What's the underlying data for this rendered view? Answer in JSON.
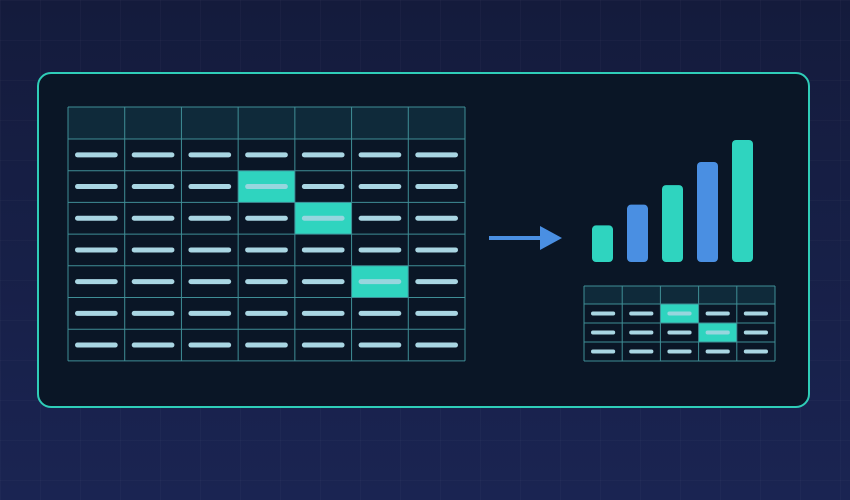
{
  "colors": {
    "background": "#172046",
    "panel_fill": "#0a1626",
    "panel_border": "#2fcdb8",
    "grid_line": "#3f8e96",
    "header_fill": "#0f2a3a",
    "highlight": "#2fd4bf",
    "placeholder_bar": "#a9d6e3",
    "arrow": "#4a8fe2",
    "bar_teal": "#2fd4bf",
    "bar_blue": "#4a8fe2"
  },
  "large_table": {
    "columns": 7,
    "body_rows": 7,
    "has_header_row": true,
    "highlighted_cells": [
      [
        1,
        3
      ],
      [
        2,
        4
      ],
      [
        4,
        5
      ]
    ]
  },
  "small_table": {
    "columns": 5,
    "body_rows": 3,
    "has_header_row": true,
    "highlighted_cells": [
      [
        0,
        2
      ],
      [
        1,
        3
      ]
    ]
  },
  "bar_icon": {
    "bar_count": 5,
    "relative_heights": [
      0.3,
      0.47,
      0.63,
      0.82,
      1.0
    ],
    "bar_colors": [
      "teal",
      "blue",
      "teal",
      "blue",
      "teal"
    ]
  },
  "arrow": {
    "direction": "right",
    "icon": "arrow-right-icon"
  }
}
